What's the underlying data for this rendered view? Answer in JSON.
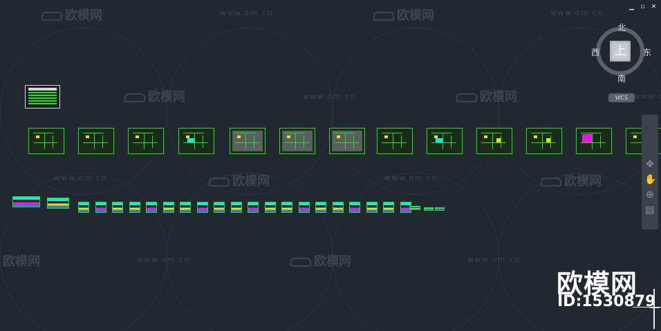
{
  "watermark": {
    "logo_text": "欧模网",
    "url_text": "www.om.cn"
  },
  "brand": {
    "name": "欧模网",
    "id_text": "ID:1530879"
  },
  "viewcube": {
    "face_label": "上",
    "north": "北",
    "south": "南",
    "east": "东",
    "west": "西",
    "wcs_label": "WCS"
  },
  "window_controls": {
    "minimize": "▁",
    "restore": "▫",
    "close": "✕"
  },
  "nav_bar": {
    "items": [
      "✥",
      "✋",
      "⊕",
      "▤"
    ]
  },
  "colors": {
    "background": "#212830",
    "drawing_line": "#19e619",
    "accent_yellow": "#e5e500",
    "accent_magenta": "#e519e5",
    "accent_cyan": "#19e5e5"
  }
}
